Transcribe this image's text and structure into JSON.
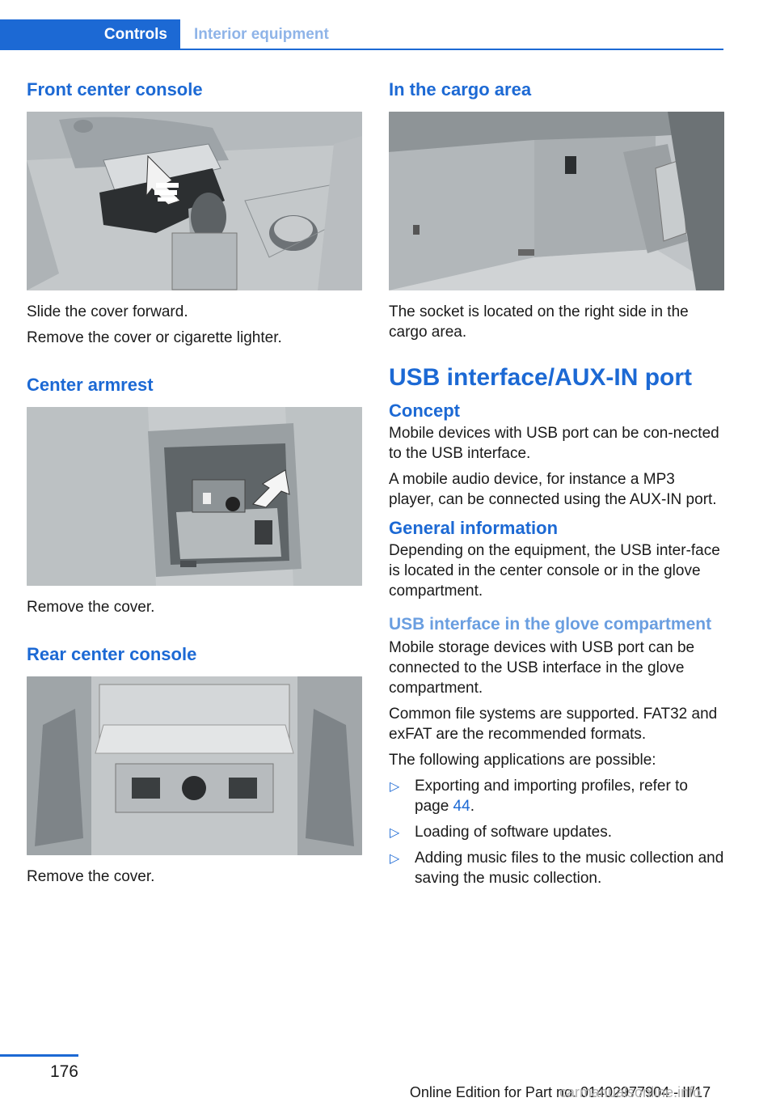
{
  "header": {
    "tab_active": "Controls",
    "tab_next": "Interior equipment"
  },
  "left": {
    "s1_title": "Front center console",
    "s1_p1": "Slide the cover forward.",
    "s1_p2": "Remove the cover or cigarette lighter.",
    "s2_title": "Center armrest",
    "s2_p1": "Remove the cover.",
    "s3_title": "Rear center console",
    "s3_p1": "Remove the cover."
  },
  "right": {
    "s1_title": "In the cargo area",
    "s1_p1": "The socket is located on the right side in the cargo area.",
    "main_title": "USB interface/AUX-IN port",
    "concept_title": "Concept",
    "concept_p1": "Mobile devices with USB port can be con‐nected to the USB interface.",
    "concept_p2": "A mobile audio device, for instance a MP3 player, can be connected using the AUX-IN port.",
    "general_title": "General information",
    "general_p1": "Depending on the equipment, the USB inter‐face is located in the center console or in the glove compartment.",
    "glove_title": "USB interface in the glove compartment",
    "glove_p1": "Mobile storage devices with USB port can be connected to the USB interface in the glove compartment.",
    "glove_p2": "Common file systems are supported. FAT32 and exFAT are the recommended formats.",
    "glove_p3": "The following applications are possible:",
    "list": {
      "item1_text": "Exporting and importing profiles, refer to page ",
      "item1_link": "44",
      "item1_end": ".",
      "item2_text": "Loading of software updates.",
      "item3_text": "Adding music files to the music collection and saving the music collection."
    },
    "bullet": "▷"
  },
  "footer": {
    "page_number": "176",
    "edition": "Online Edition for Part no. 01402977904 - II/17",
    "watermark": "carmanualsonline.info"
  },
  "colors": {
    "accent": "#1c69d4"
  }
}
